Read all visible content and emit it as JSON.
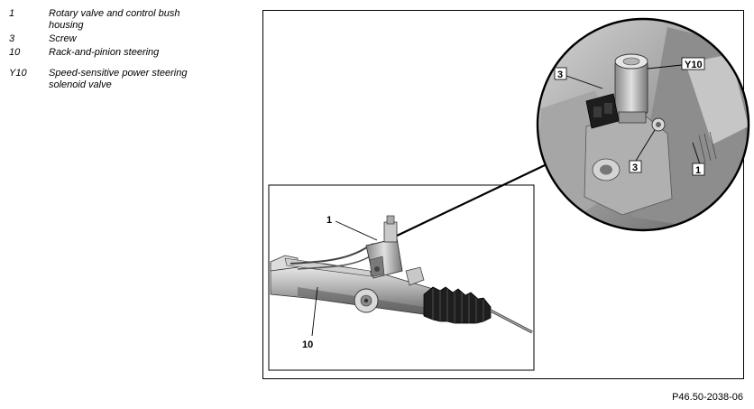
{
  "legend": {
    "items": [
      {
        "num": "1",
        "text": "Rotary valve and control bush housing"
      },
      {
        "num": "3",
        "text": "Screw"
      },
      {
        "num": "10",
        "text": "Rack-and-pinion steering"
      },
      {
        "num": "Y10",
        "text": "Speed-sensitive power steering solenoid valve"
      }
    ]
  },
  "figure": {
    "callouts": {
      "overview_1": "1",
      "overview_10": "10",
      "detail_3_top": "3",
      "detail_y10": "Y10",
      "detail_3_bottom": "3",
      "detail_1": "1"
    },
    "ref": "P46.50-2038-06"
  }
}
